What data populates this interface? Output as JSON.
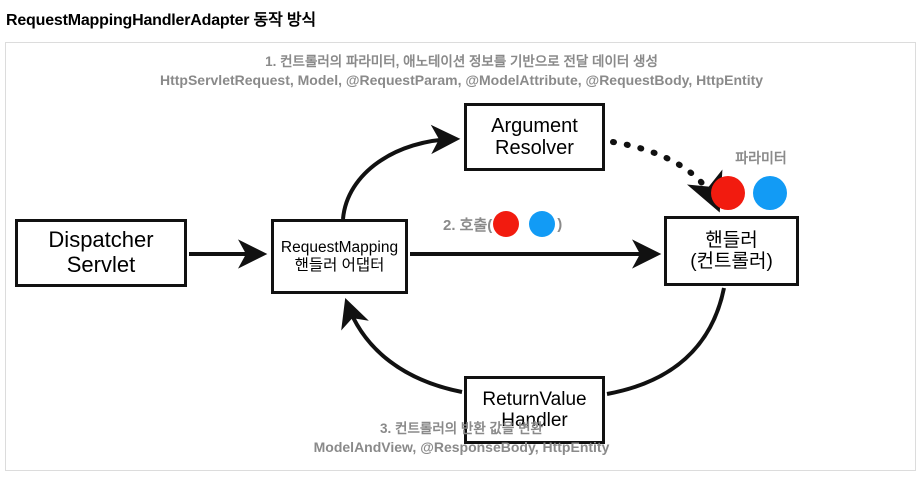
{
  "page": {
    "title": "RequestMappingHandlerAdapter 동작 방식",
    "background": "#ffffff"
  },
  "colors": {
    "stroke": "#111111",
    "note_text": "#8a8a8a",
    "frame_border": "#dcdcdc",
    "dot_red": "#f21b0f",
    "dot_blue": "#129bf5"
  },
  "notes": {
    "top_line_1": "1. 컨트롤러의 파라미터, 애노테이션 정보를 기반으로 전달 데이터 생성",
    "top_line_2": "HttpServletRequest, Model, @RequestParam, @ModelAttribute, @RequestBody, HttpEntity",
    "bottom_line_1": "3. 컨트롤러의 반환 값을 변환",
    "bottom_line_2": "ModelAndView, @ResponseBody, HttpEntity"
  },
  "nodes": {
    "dispatcher": {
      "line1": "Dispatcher",
      "line2": "Servlet"
    },
    "adapter": {
      "line1": "RequestMapping",
      "line2": "핸들러 어댑터"
    },
    "argument_resolver": {
      "line1": "Argument",
      "line2": "Resolver"
    },
    "handler": {
      "line1": "핸들러",
      "line2": "(컨트롤러)"
    },
    "return_value_handler": {
      "line1": "ReturnValue",
      "line2": "Handler"
    }
  },
  "labels": {
    "parameter": "파라미터",
    "call_prefix": "2. 호출(",
    "call_suffix": ")"
  }
}
